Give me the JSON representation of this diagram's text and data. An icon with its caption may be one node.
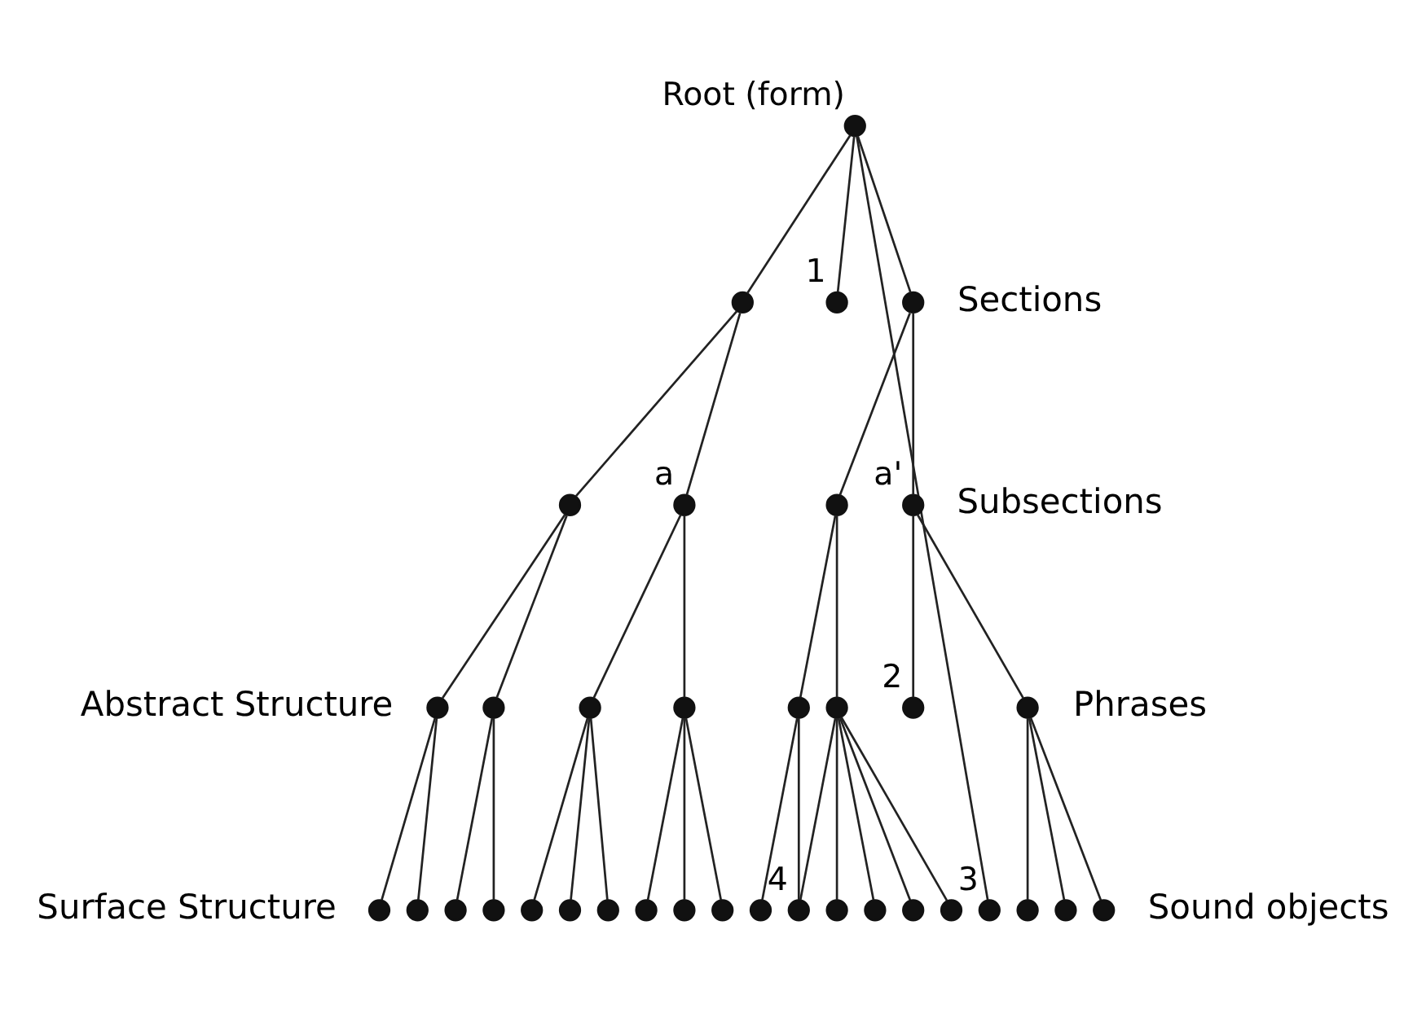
{
  "diagram": {
    "nodes": [
      {
        "text": [],
        "shape": "circle",
        "beside": [
          "Root (form)"
        ]
      },
      {
        "text": [],
        "shape": "circle"
      },
      {
        "text": [],
        "shape": "circle",
        "beside": [
          "1"
        ]
      },
      {
        "text": [],
        "shape": "circle"
      },
      {
        "text": [],
        "shape": "circle"
      },
      {
        "text": [],
        "shape": "circle",
        "beside": [
          "a"
        ]
      },
      {
        "text": [],
        "shape": "circle"
      },
      {
        "text": [],
        "shape": "circle",
        "beside": [
          "a'"
        ]
      },
      {
        "text": [],
        "shape": "circle"
      },
      {
        "text": [],
        "shape": "circle"
      },
      {
        "text": [],
        "shape": "circle"
      },
      {
        "text": [],
        "shape": "circle"
      },
      {
        "text": [],
        "shape": "circle"
      },
      {
        "text": [],
        "shape": "circle"
      },
      {
        "text": [],
        "shape": "circle",
        "beside": [
          "2"
        ]
      },
      {
        "text": [],
        "shape": "circle"
      },
      {
        "text": [],
        "shape": "circle"
      },
      {
        "text": [],
        "shape": "circle"
      },
      {
        "text": [],
        "shape": "circle"
      },
      {
        "text": [],
        "shape": "circle"
      },
      {
        "text": [],
        "shape": "circle"
      },
      {
        "text": [],
        "shape": "circle"
      },
      {
        "text": [],
        "shape": "circle"
      },
      {
        "text": [],
        "shape": "circle"
      },
      {
        "text": [],
        "shape": "circle"
      },
      {
        "text": [],
        "shape": "circle"
      },
      {
        "text": [],
        "shape": "circle"
      },
      {
        "text": [],
        "shape": "circle",
        "beside": [
          "4"
        ]
      },
      {
        "text": [],
        "shape": "circle"
      },
      {
        "text": [],
        "shape": "circle"
      },
      {
        "text": [],
        "shape": "circle"
      },
      {
        "text": [],
        "shape": "circle"
      },
      {
        "text": [],
        "shape": "circle",
        "beside": [
          "3"
        ]
      },
      {
        "text": [],
        "shape": "circle"
      },
      {
        "text": [],
        "shape": "circle"
      },
      {
        "text": [],
        "shape": "circle"
      }
    ],
    "edges": [
      {
        "from": 0,
        "to": 1,
        "arrow": "none"
      },
      {
        "from": 0,
        "to": 2,
        "arrow": "none"
      },
      {
        "from": 0,
        "to": 3,
        "arrow": "none"
      },
      {
        "from": 0,
        "to": 32,
        "arrow": "none"
      },
      {
        "from": 1,
        "to": 4,
        "arrow": "none"
      },
      {
        "from": 1,
        "to": 5,
        "arrow": "none"
      },
      {
        "from": 3,
        "to": 6,
        "arrow": "none"
      },
      {
        "from": 3,
        "to": 7,
        "arrow": "none"
      },
      {
        "from": 4,
        "to": 8,
        "arrow": "none"
      },
      {
        "from": 4,
        "to": 9,
        "arrow": "none"
      },
      {
        "from": 5,
        "to": 10,
        "arrow": "none"
      },
      {
        "from": 5,
        "to": 11,
        "arrow": "none"
      },
      {
        "from": 6,
        "to": 12,
        "arrow": "none"
      },
      {
        "from": 6,
        "to": 13,
        "arrow": "none"
      },
      {
        "from": 7,
        "to": 14,
        "arrow": "none"
      },
      {
        "from": 7,
        "to": 15,
        "arrow": "none"
      },
      {
        "from": 8,
        "to": 16,
        "arrow": "none"
      },
      {
        "from": 8,
        "to": 17,
        "arrow": "none"
      },
      {
        "from": 9,
        "to": 18,
        "arrow": "none"
      },
      {
        "from": 9,
        "to": 19,
        "arrow": "none"
      },
      {
        "from": 10,
        "to": 20,
        "arrow": "none"
      },
      {
        "from": 10,
        "to": 21,
        "arrow": "none"
      },
      {
        "from": 10,
        "to": 22,
        "arrow": "none"
      },
      {
        "from": 11,
        "to": 23,
        "arrow": "none"
      },
      {
        "from": 11,
        "to": 24,
        "arrow": "none"
      },
      {
        "from": 11,
        "to": 25,
        "arrow": "none"
      },
      {
        "from": 12,
        "to": 26,
        "arrow": "none"
      },
      {
        "from": 12,
        "to": 27,
        "arrow": "none"
      },
      {
        "from": 13,
        "to": 27,
        "arrow": "none"
      },
      {
        "from": 13,
        "to": 28,
        "arrow": "none"
      },
      {
        "from": 13,
        "to": 29,
        "arrow": "none"
      },
      {
        "from": 13,
        "to": 30,
        "arrow": "none"
      },
      {
        "from": 13,
        "to": 31,
        "arrow": "none"
      },
      {
        "from": 15,
        "to": 33,
        "arrow": "none"
      },
      {
        "from": 15,
        "to": 34,
        "arrow": "none"
      },
      {
        "from": 15,
        "to": 35,
        "arrow": "none"
      }
    ],
    "labels": [
      "Sections",
      "Subsections",
      "Phrases",
      "Abstract Structure",
      "Surface Structure",
      "Sound objects"
    ]
  }
}
